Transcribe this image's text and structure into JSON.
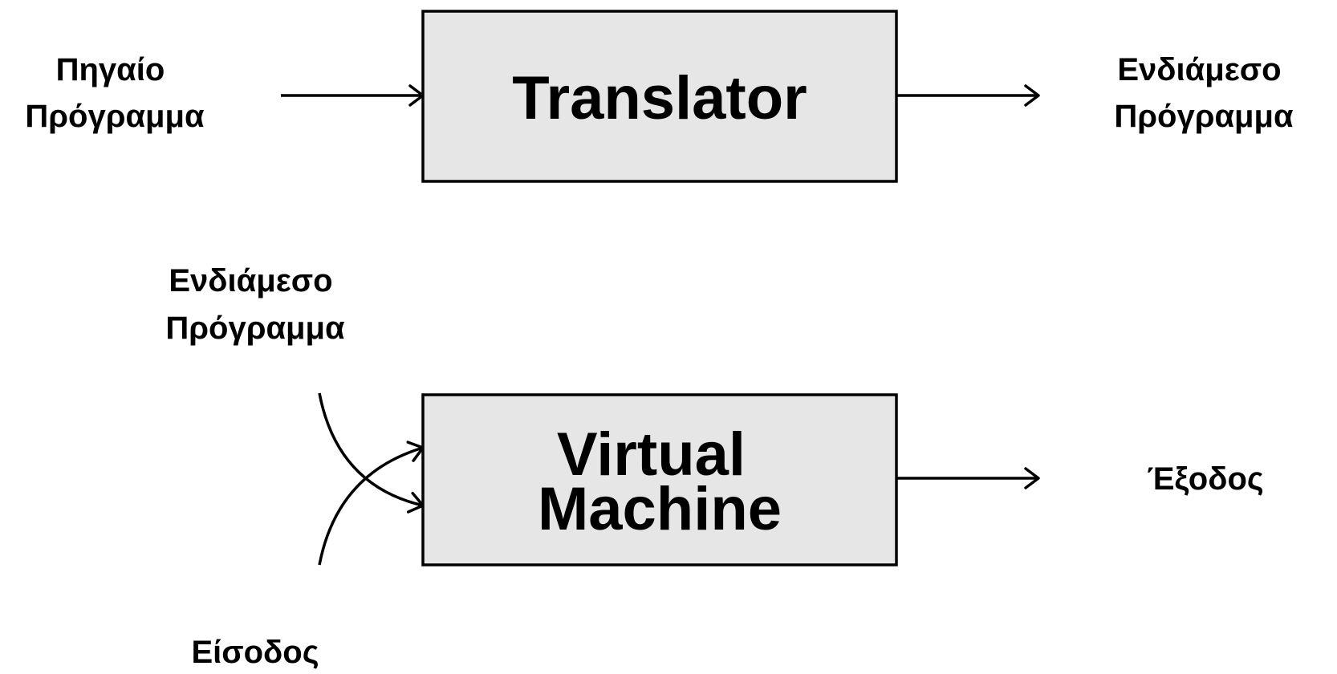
{
  "translator": {
    "title": "Translator",
    "input_label": [
      "Πηγαίο",
      "Πρόγραμμα"
    ],
    "output_label": [
      "Ενδιάμεσο",
      "Πρόγραμμα"
    ]
  },
  "virtual_machine": {
    "title": [
      "Virtual",
      "Machine"
    ],
    "program_input_label": [
      "Ενδιάμεσο",
      "Πρόγραμμα"
    ],
    "data_input_label": "Είσοδος",
    "output_label": "Έξοδος"
  },
  "colors": {
    "box_fill": "#e6e6e6",
    "stroke": "#000000",
    "text": "#000000"
  }
}
